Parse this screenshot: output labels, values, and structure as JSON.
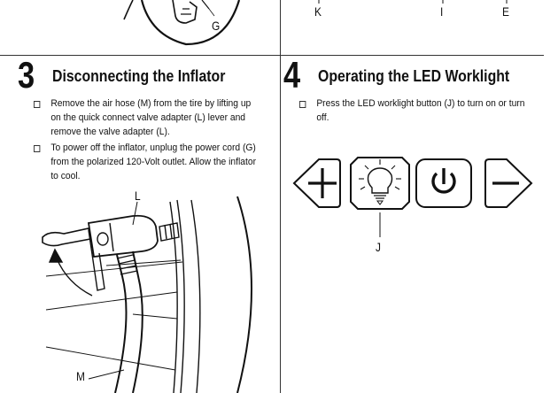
{
  "top_labels": {
    "g": "G",
    "k": "K",
    "i": "I",
    "e": "E"
  },
  "section3": {
    "number": "3",
    "title": "Disconnecting the Inflator",
    "bullets": [
      "Remove the air hose (M) from the tire by lifting up on the quick connect valve adapter (L) lever and remove the valve adapter (L).",
      "To power off the inflator, unplug the power cord (G) from the polarized 120-Volt outlet. Allow the inflator to cool."
    ],
    "figure_labels": {
      "l": "L",
      "m": "M"
    }
  },
  "section4": {
    "number": "4",
    "title": "Operating the LED Worklight",
    "bullets": [
      "Press the LED worklight button (J) to turn on or turn off."
    ],
    "figure_labels": {
      "j": "J"
    },
    "panel_buttons": [
      "plus-icon",
      "lightbulb-icon",
      "power-icon",
      "minus-icon"
    ]
  }
}
